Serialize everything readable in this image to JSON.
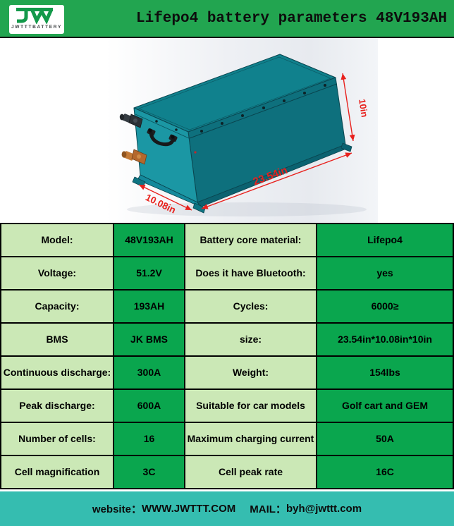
{
  "header": {
    "brand": "JWTTTBATTERY",
    "title": "Lifepo4 battery parameters 48V193AH"
  },
  "illustration": {
    "dimensions": {
      "height": "10in",
      "length": "23.54in",
      "width": "10.08in"
    }
  },
  "table": {
    "rows": [
      {
        "label1": "Model:",
        "value1": "48V193AH",
        "label2": "Battery core material:",
        "value2": "Lifepo4"
      },
      {
        "label1": "Voltage:",
        "value1": "51.2V",
        "label2": "Does it have Bluetooth:",
        "value2": "yes"
      },
      {
        "label1": "Capacity:",
        "value1": "193AH",
        "label2": "Cycles:",
        "value2": "6000≥"
      },
      {
        "label1": "BMS",
        "value1": "JK BMS",
        "label2": "size:",
        "value2": "23.54in*10.08in*10in"
      },
      {
        "label1": "Continuous discharge:",
        "value1": "300A",
        "label2": "Weight:",
        "value2": "154lbs"
      },
      {
        "label1": "Peak discharge:",
        "value1": "600A",
        "label2": "Suitable for car models",
        "value2": "Golf cart and GEM"
      },
      {
        "label1": "Number of cells:",
        "value1": "16",
        "label2": "Maximum charging current",
        "value2": "50A"
      },
      {
        "label1": "Cell magnification",
        "value1": "3C",
        "label2": "Cell peak rate",
        "value2": "16C"
      }
    ]
  },
  "footer": {
    "website_label": "website：",
    "website_value": "WWW.JWTTT.COM",
    "mail_label": "MAIL：",
    "mail_value": "byh@jwttt.com"
  },
  "colors": {
    "header_green": "#22a550",
    "logo_green": "#13994a",
    "cell_light_green": "#cbe8b6",
    "cell_dark_green": "#0aa64e",
    "footer_teal": "#35bdb0",
    "dimension_red": "#e8211d",
    "battery_teal_left": "#1b97a4",
    "battery_teal_top": "#10818d",
    "battery_teal_front": "#0e707d"
  }
}
